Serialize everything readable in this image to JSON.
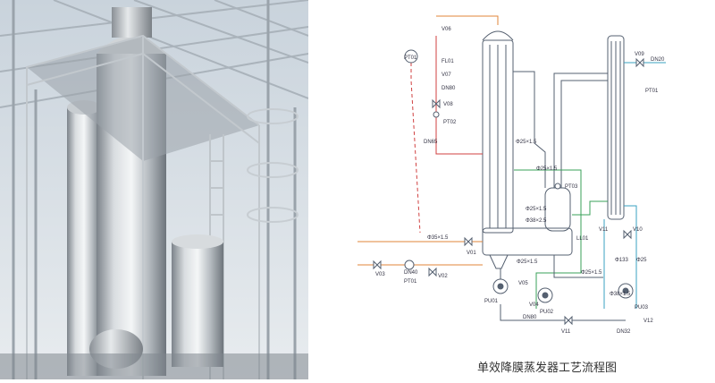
{
  "caption": "单效降膜蒸发器工艺流程图",
  "colors": {
    "process": "#e2863a",
    "steam": "#d04040",
    "vacuum": "#d04040",
    "water": "#3aa05a",
    "cooling": "#3aa0c0",
    "line": "#556070",
    "text": "#334"
  },
  "labels": {
    "ti": "PT01",
    "v_top_1": "V06",
    "fi": "FL01",
    "v_top_2": "V07",
    "dn80_vert": "DN80",
    "v08": "V08",
    "pt02": "PT02",
    "dn65": "DN65",
    "pipe_main": "Φ25×1.5",
    "pipe_vapor": "Φ25×1.5",
    "pt03": "PT03",
    "pipe_sep1": "Φ25×1.5",
    "pipe_sep2": "Φ38×2.5",
    "feed": "Φ35×1.5",
    "v01": "V01",
    "li": "LL01",
    "bottom_pipe": "Φ25×1.5",
    "v02": "V02",
    "v03": "V03",
    "dn40": "DN40",
    "pt01_bottom": "PT01",
    "pump1": "PU01",
    "pump2": "PU02",
    "pump3": "PU03",
    "v04": "V04",
    "v05": "V05",
    "v10": "V10",
    "v11": "V11",
    "dn80_bottom": "DN80",
    "cond_v": "V09",
    "cond_dn": "DN20",
    "cond_pt": "PT01",
    "cond_pipe1": "Φ133",
    "cond_pipe2": "Φ25",
    "cond_pipe3": "Φ38×1.5",
    "small_pipe": "Φ25×1.5",
    "v_right1": "V11",
    "v_right2": "V12",
    "dn32": "DN32"
  }
}
